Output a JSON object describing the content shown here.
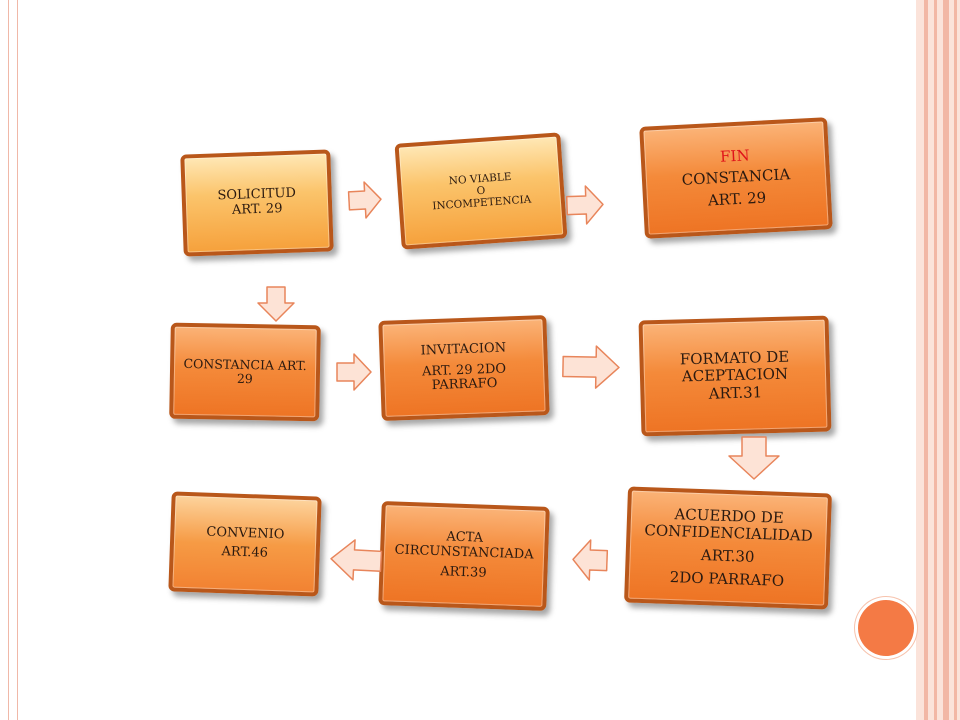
{
  "colors": {
    "box_border": "#b9571a",
    "box_light": "#fbc46b",
    "box_dark": "#f48a3a",
    "arrow_fill": "#fde3d6",
    "arrow_stroke": "#e8855b",
    "fin_text": "#e0141a",
    "accent_circle": "#f47a45"
  },
  "boxes": {
    "solicitud": {
      "line1": "SOLICITUD",
      "line2": "ART. 29"
    },
    "no_viable": {
      "line1": "NO VIABLE",
      "line2": "O",
      "line3": "INCOMPETENCIA"
    },
    "fin": {
      "line1": "FIN",
      "line2": "CONSTANCIA",
      "line3": "ART. 29"
    },
    "constancia": {
      "line1": "CONSTANCIA ART. 29"
    },
    "invitacion": {
      "line1": "INVITACION",
      "line2": "ART. 29 2DO PARRAFO"
    },
    "formato": {
      "line1": "FORMATO DE ACEPTACION ART.31"
    },
    "acuerdo": {
      "line1": "ACUERDO DE CONFIDENCIALIDAD",
      "line2": "ART.30",
      "line3": "2DO PARRAFO"
    },
    "acta": {
      "line1": "ACTA CIRCUNSTANCIADA",
      "line2": "ART.39"
    },
    "convenio": {
      "line1": "CONVENIO",
      "line2": "ART.46"
    }
  },
  "arrows": [
    {
      "id": "solicitud-to-noviable",
      "direction": "right"
    },
    {
      "id": "noviable-to-fin",
      "direction": "right"
    },
    {
      "id": "solicitud-to-constancia",
      "direction": "down"
    },
    {
      "id": "constancia-to-invitacion",
      "direction": "right"
    },
    {
      "id": "invitacion-to-formato",
      "direction": "right"
    },
    {
      "id": "formato-to-acuerdo",
      "direction": "down"
    },
    {
      "id": "acuerdo-to-acta",
      "direction": "left"
    },
    {
      "id": "acta-to-convenio",
      "direction": "left"
    }
  ]
}
